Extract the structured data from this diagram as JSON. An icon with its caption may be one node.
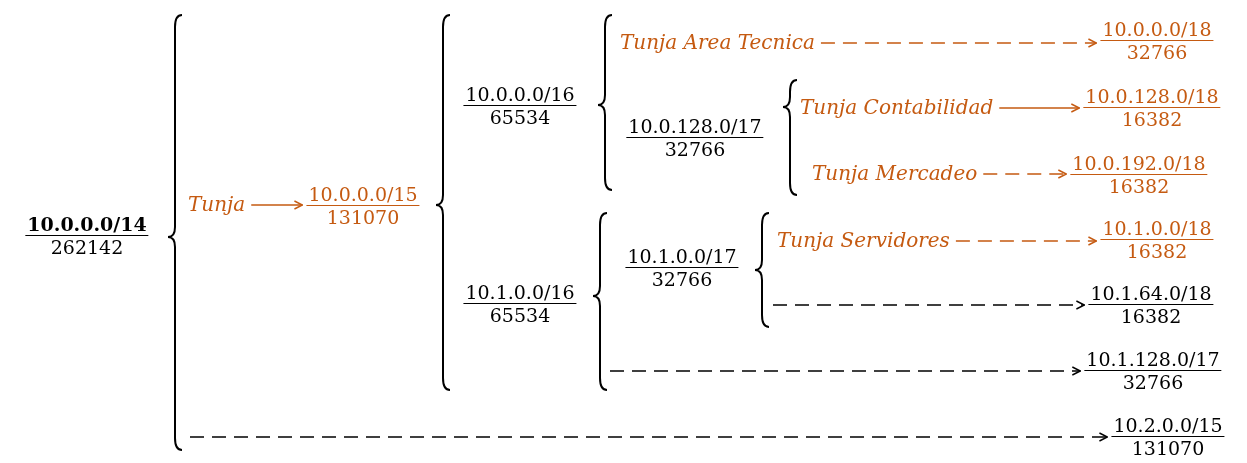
{
  "diagram": {
    "nodes": [
      {
        "text": [
          "**10.0.0.0/14**",
          "262142"
        ]
      },
      {
        "text": [
          "Tunja"
        ]
      },
      {
        "text": [
          "10.0.0.0/15",
          "131070"
        ]
      },
      {
        "text": [
          "10.0.0.0/16",
          "65534"
        ]
      },
      {
        "text": [
          "10.1.0.0/16",
          "65534"
        ]
      },
      {
        "text": [
          "Tunja Area Tecnica"
        ]
      },
      {
        "text": [
          "10.0.0.0/18",
          "32766"
        ]
      },
      {
        "text": [
          "10.0.128.0/17",
          "32766"
        ]
      },
      {
        "text": [
          "Tunja Contabilidad"
        ]
      },
      {
        "text": [
          "10.0.128.0/18",
          "16382"
        ]
      },
      {
        "text": [
          "Tunja Mercadeo"
        ]
      },
      {
        "text": [
          "10.0.192.0/18",
          "16382"
        ]
      },
      {
        "text": [
          "10.1.0.0/17",
          "32766"
        ]
      },
      {
        "text": [
          "Tunja Servidores"
        ]
      },
      {
        "text": [
          "10.1.0.0/18",
          "16382"
        ]
      },
      {
        "text": [
          "10.1.64.0/18",
          "16382"
        ]
      },
      {
        "text": [
          "10.1.128.0/17",
          "32766"
        ]
      },
      {
        "text": [
          "10.2.0.0/15",
          "131070"
        ]
      }
    ],
    "edges": [
      {
        "from": 1,
        "to": 2,
        "arrow": "to",
        "color": "#c55a11"
      },
      {
        "from": 5,
        "to": 6,
        "arrow": "to",
        "style": "dashed",
        "color": "#c55a11"
      },
      {
        "from": 8,
        "to": 9,
        "arrow": "to",
        "color": "#c55a11"
      },
      {
        "from": 10,
        "to": 11,
        "arrow": "to",
        "style": "dashed",
        "color": "#c55a11"
      },
      {
        "from": 13,
        "to": 14,
        "arrow": "to",
        "style": "dashed",
        "color": "#c55a11"
      },
      {
        "from": null,
        "to": 15,
        "arrow": "to",
        "style": "dashed",
        "color": "#000000"
      },
      {
        "from": null,
        "to": 16,
        "arrow": "to",
        "style": "dashed",
        "color": "#000000"
      },
      {
        "from": null,
        "to": 17,
        "arrow": "to",
        "style": "dashed",
        "color": "#000000"
      }
    ]
  }
}
